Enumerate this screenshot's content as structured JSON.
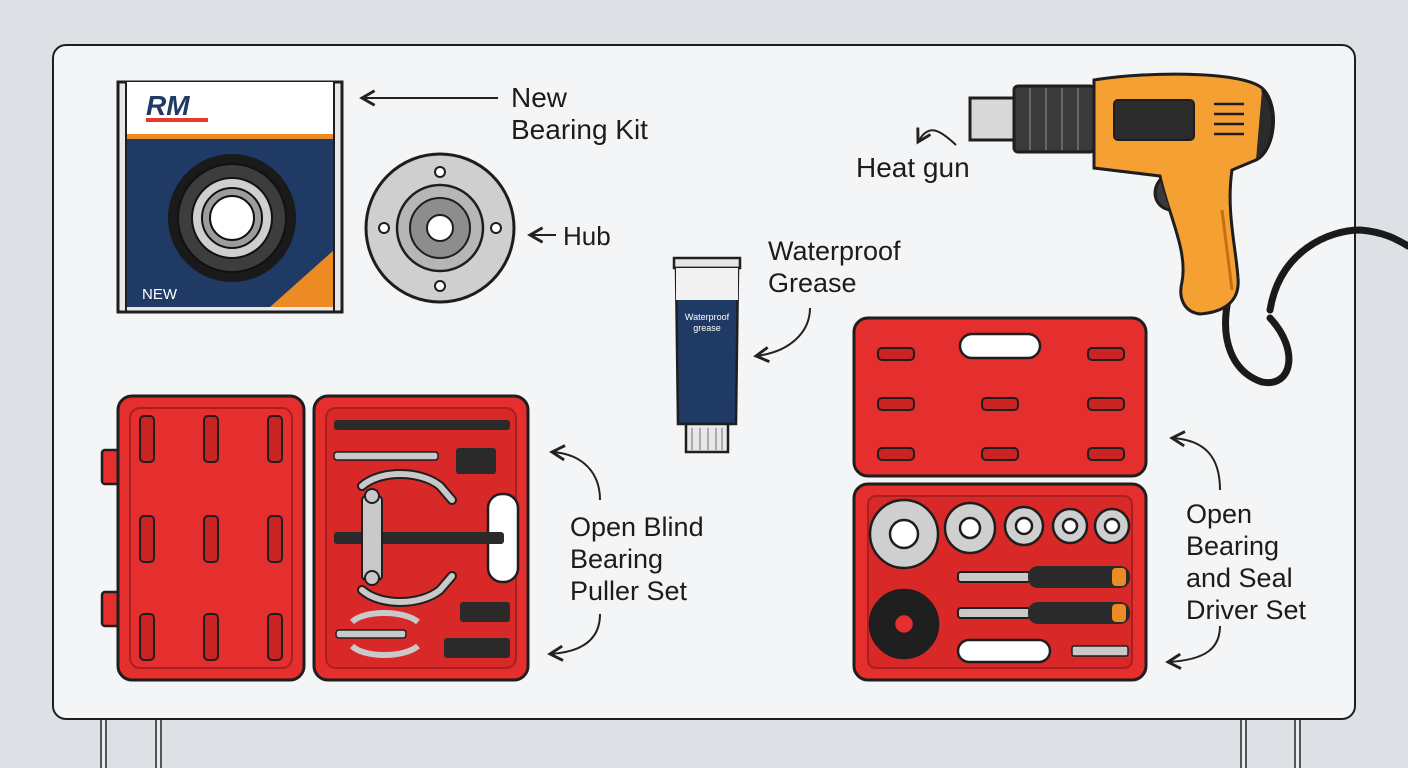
{
  "labels": {
    "bearing_kit": "New\nBearing Kit",
    "hub": "Hub",
    "heat_gun": "Heat gun",
    "grease": "Waterproof\nGrease",
    "puller_set": "Open Blind\nBearing\nPuller Set",
    "driver_set": "Open\nBearing\nand Seal\nDriver Set"
  },
  "box": {
    "logo": "RM",
    "badge": "NEW"
  },
  "tube": {
    "text_line1": "Waterproof",
    "text_line2": "grease"
  },
  "colors": {
    "case_red": "#e52e2e",
    "box_navy": "#1f3a64",
    "box_orange": "#ec8a24",
    "gun_orange": "#f5a033",
    "metal_grey": "#c9c9c9"
  }
}
